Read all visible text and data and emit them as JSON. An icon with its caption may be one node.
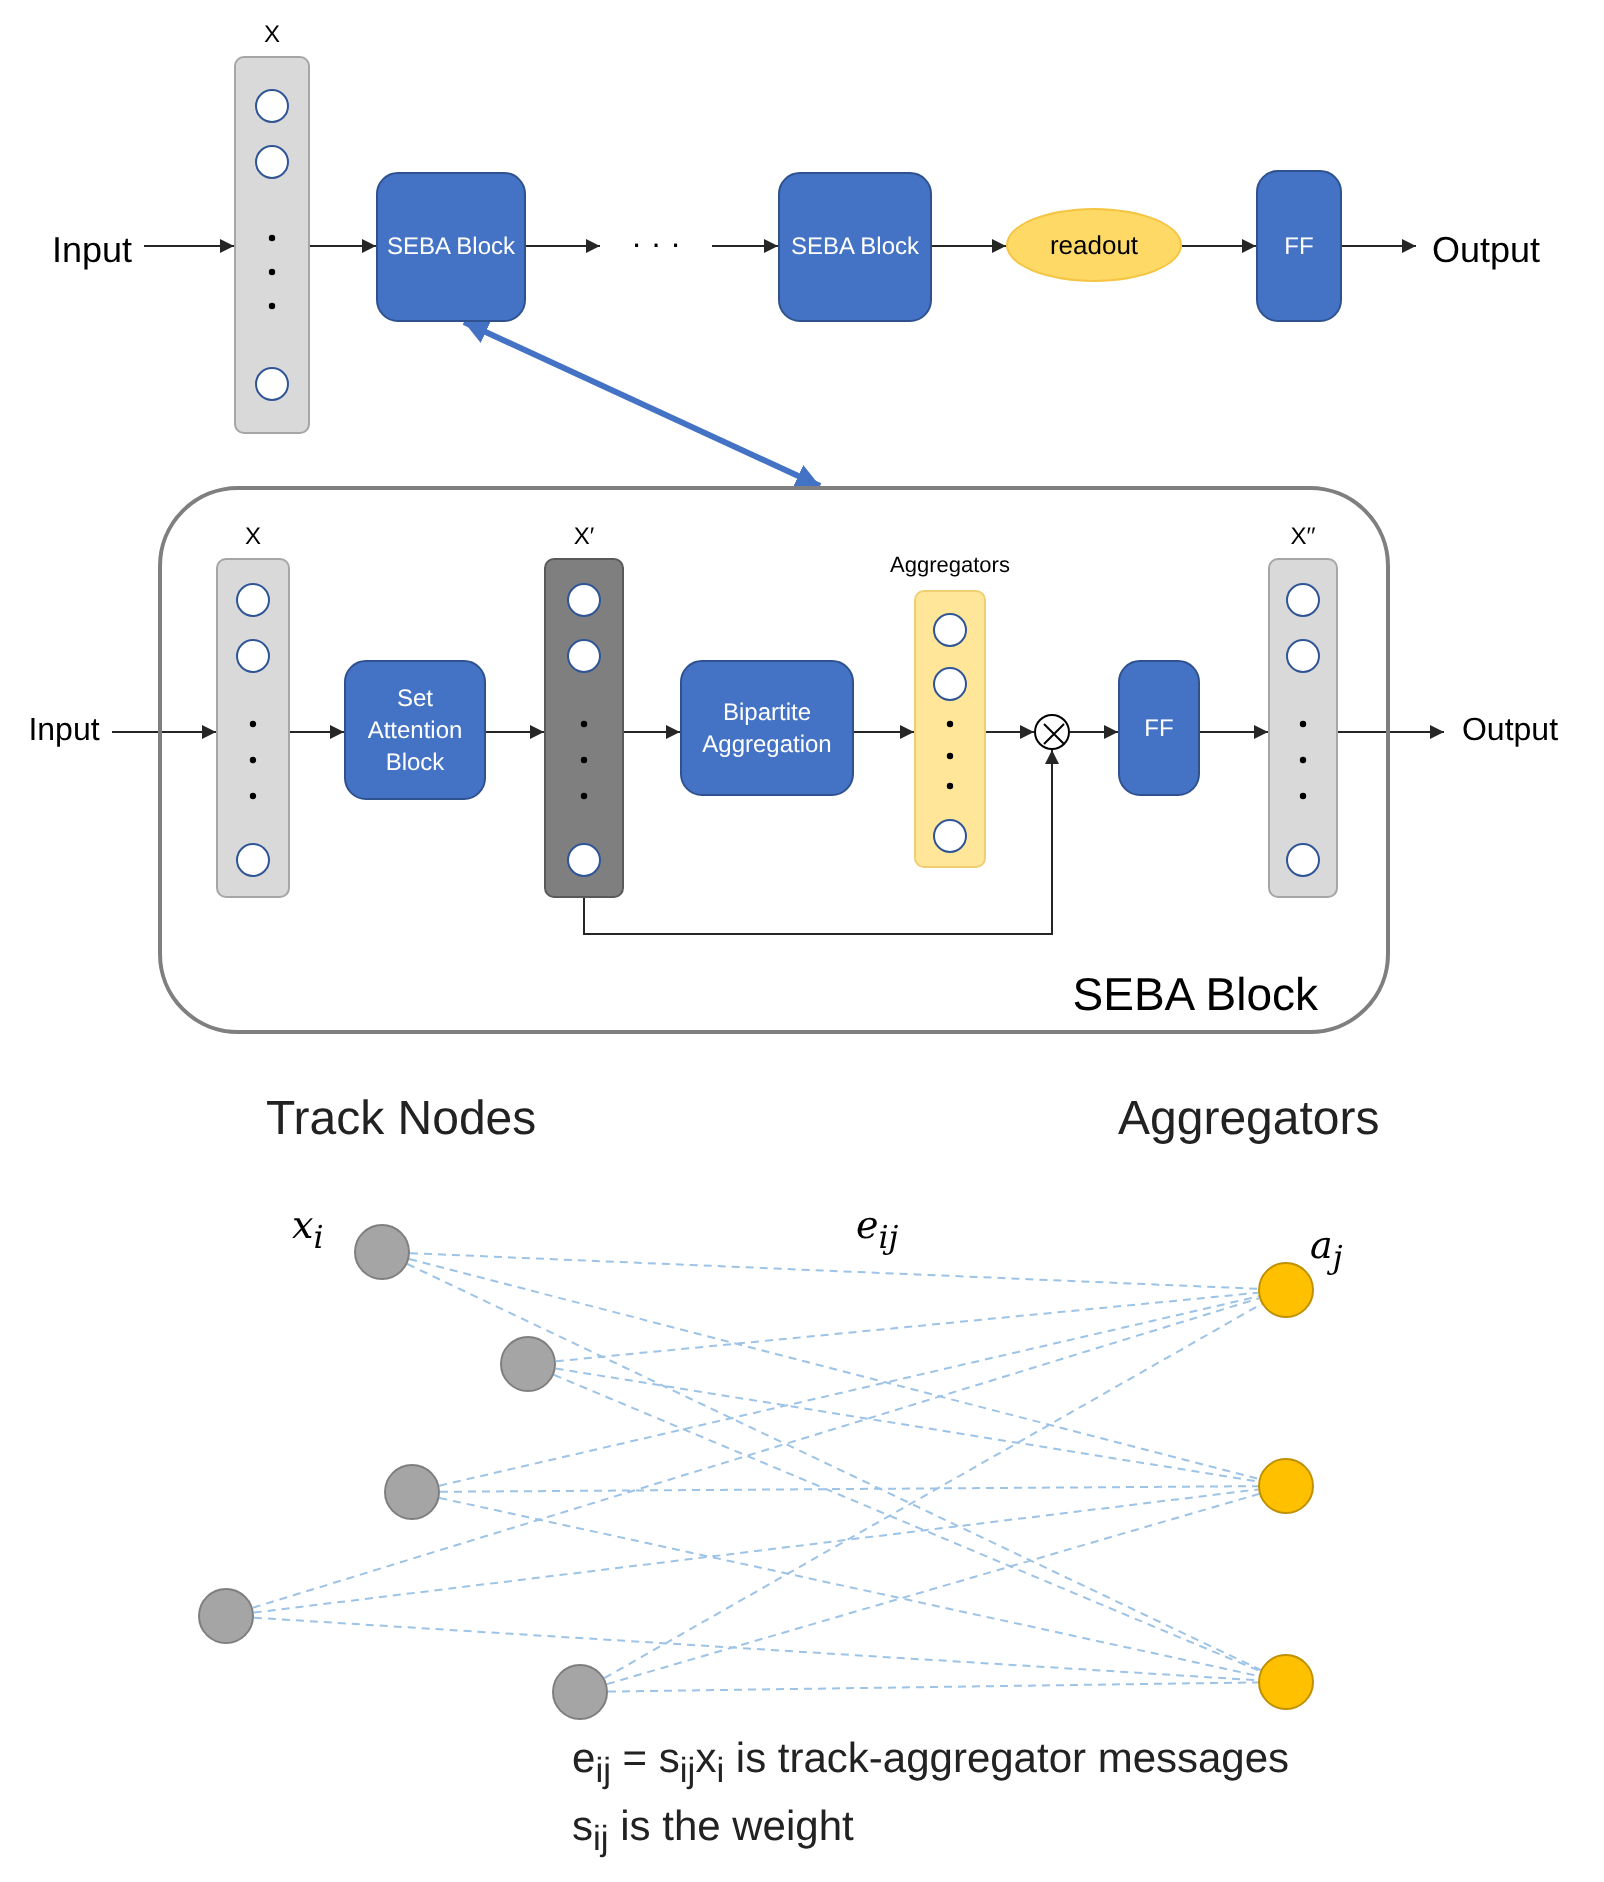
{
  "diagram": {
    "nodes": [
      {
        "text": [
          "Input"
        ]
      },
      {
        "text": [
          "X"
        ]
      },
      {
        "text": [
          "SEBA Block"
        ]
      },
      {
        "text": [
          "· · ·"
        ]
      },
      {
        "text": [
          "SEBA Block"
        ]
      },
      {
        "text": [
          "readout"
        ]
      },
      {
        "text": [
          "FF"
        ]
      },
      {
        "text": [
          "Output"
        ]
      },
      {
        "text": [
          "Input"
        ]
      },
      {
        "text": [
          "SEBA Block"
        ]
      },
      {
        "text": [
          "X"
        ],
        "in": 9
      },
      {
        "text": [
          "Set Attention Block"
        ],
        "in": 9
      },
      {
        "text": [
          "X′"
        ],
        "in": 9
      },
      {
        "text": [
          "Bipartite Aggregation"
        ],
        "in": 9
      },
      {
        "text": [
          "Aggregators"
        ],
        "in": 9
      },
      {
        "text": [],
        "shape": "circle",
        "in": 9
      },
      {
        "text": [
          "FF"
        ],
        "in": 9
      },
      {
        "text": [
          "X′′"
        ],
        "in": 9
      },
      {
        "text": [
          "Output"
        ]
      },
      {
        "text": [],
        "shape": "circle",
        "beside": [
          "x$_{i}$"
        ]
      },
      {
        "text": [],
        "shape": "circle"
      },
      {
        "text": [],
        "shape": "circle"
      },
      {
        "text": [],
        "shape": "circle"
      },
      {
        "text": [],
        "shape": "circle"
      },
      {
        "text": [],
        "shape": "circle",
        "beside": [
          "a$_{j}$"
        ]
      },
      {
        "text": [],
        "shape": "circle"
      },
      {
        "text": [],
        "shape": "circle"
      }
    ],
    "edges": [
      {
        "from": 0,
        "to": 1,
        "arrow": "to"
      },
      {
        "from": 1,
        "to": 2,
        "arrow": "to"
      },
      {
        "from": 2,
        "to": 3,
        "arrow": "to"
      },
      {
        "from": 3,
        "to": 4,
        "arrow": "to"
      },
      {
        "from": 4,
        "to": 5,
        "arrow": "to"
      },
      {
        "from": 5,
        "to": 6,
        "arrow": "to"
      },
      {
        "from": 6,
        "to": 7,
        "arrow": "to"
      },
      {
        "from": 2,
        "to": 9,
        "arrow": "both",
        "style": "thick",
        "color": "#4472c4"
      },
      {
        "from": 8,
        "to": 10,
        "arrow": "to"
      },
      {
        "from": 10,
        "to": 11,
        "arrow": "to"
      },
      {
        "from": 11,
        "to": 12,
        "arrow": "to"
      },
      {
        "from": 12,
        "to": 13,
        "arrow": "to"
      },
      {
        "from": 13,
        "to": 14,
        "arrow": "to"
      },
      {
        "from": 14,
        "to": 15,
        "arrow": "to"
      },
      {
        "from": 12,
        "to": 15,
        "arrow": "to"
      },
      {
        "from": 15,
        "to": 16,
        "arrow": "to"
      },
      {
        "from": 16,
        "to": 17,
        "arrow": "to"
      },
      {
        "from": 17,
        "to": 18,
        "arrow": "to"
      },
      {
        "from": 19,
        "to": 24,
        "arrow": "none",
        "label": "e$_{ij}$",
        "style": "dashed",
        "color": "#9dc3e6"
      },
      {
        "from": 19,
        "to": 25,
        "arrow": "none",
        "style": "dashed",
        "color": "#9dc3e6"
      },
      {
        "from": 19,
        "to": 26,
        "arrow": "none",
        "style": "dashed",
        "color": "#9dc3e6"
      },
      {
        "from": 20,
        "to": 24,
        "arrow": "none",
        "style": "dashed",
        "color": "#9dc3e6"
      },
      {
        "from": 20,
        "to": 25,
        "arrow": "none",
        "style": "dashed",
        "color": "#9dc3e6"
      },
      {
        "from": 20,
        "to": 26,
        "arrow": "none",
        "style": "dashed",
        "color": "#9dc3e6"
      },
      {
        "from": 21,
        "to": 24,
        "arrow": "none",
        "style": "dashed",
        "color": "#9dc3e6"
      },
      {
        "from": 21,
        "to": 25,
        "arrow": "none",
        "style": "dashed",
        "color": "#9dc3e6"
      },
      {
        "from": 21,
        "to": 26,
        "arrow": "none",
        "style": "dashed",
        "color": "#9dc3e6"
      },
      {
        "from": 22,
        "to": 24,
        "arrow": "none",
        "style": "dashed",
        "color": "#9dc3e6"
      },
      {
        "from": 22,
        "to": 25,
        "arrow": "none",
        "style": "dashed",
        "color": "#9dc3e6"
      },
      {
        "from": 22,
        "to": 26,
        "arrow": "none",
        "style": "dashed",
        "color": "#9dc3e6"
      },
      {
        "from": 23,
        "to": 24,
        "arrow": "none",
        "style": "dashed",
        "color": "#9dc3e6"
      },
      {
        "from": 23,
        "to": 25,
        "arrow": "none",
        "style": "dashed",
        "color": "#9dc3e6"
      },
      {
        "from": 23,
        "to": 26,
        "arrow": "none",
        "style": "dashed",
        "color": "#9dc3e6"
      }
    ],
    "labels": [
      "Track Nodes",
      "Aggregators",
      "e$_{ij}$ = s$_{ij}$x$_{i}$ is track-aggregator messages",
      "s$_{ij}$ is the weight"
    ]
  }
}
